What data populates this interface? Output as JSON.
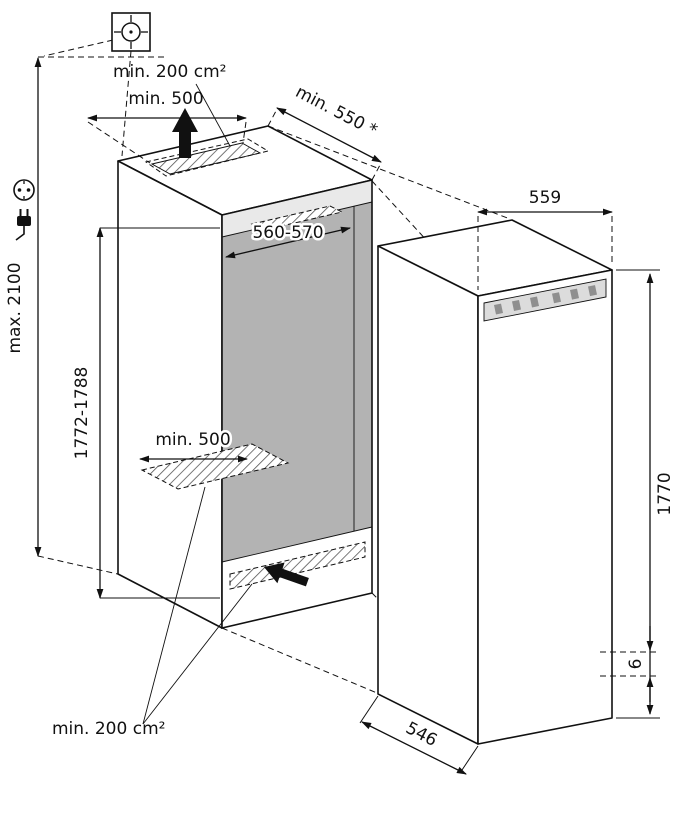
{
  "labels": {
    "ceiling_max_height": "max. 2100",
    "top_vent_area": "min. 200 cm²",
    "top_vent_width": "min. 500",
    "niche_depth": "min. 550 *",
    "niche_width": "560-570",
    "niche_height": "1772-1788",
    "base_clearance": "min. 500",
    "base_vent_area": "min. 200 cm²",
    "appliance_width": "559",
    "appliance_height": "1770",
    "appliance_depth": "546",
    "bottom_gap": "6"
  },
  "icons": {
    "ceiling_junction": "socket-outlet-symbol",
    "power_socket": "power-socket-icon",
    "power_plug": "power-plug-icon",
    "airflow_out": "airflow-up-arrow",
    "airflow_in": "airflow-in-arrow"
  },
  "colors": {
    "line": "#111111",
    "niche_back_panel": "#b3b3b3",
    "niche_ceiling": "#e9e9e9",
    "niche_window": "#c4c4c4",
    "grille_band": "#dcdcdc",
    "grille_slat": "#8f8f8f"
  }
}
